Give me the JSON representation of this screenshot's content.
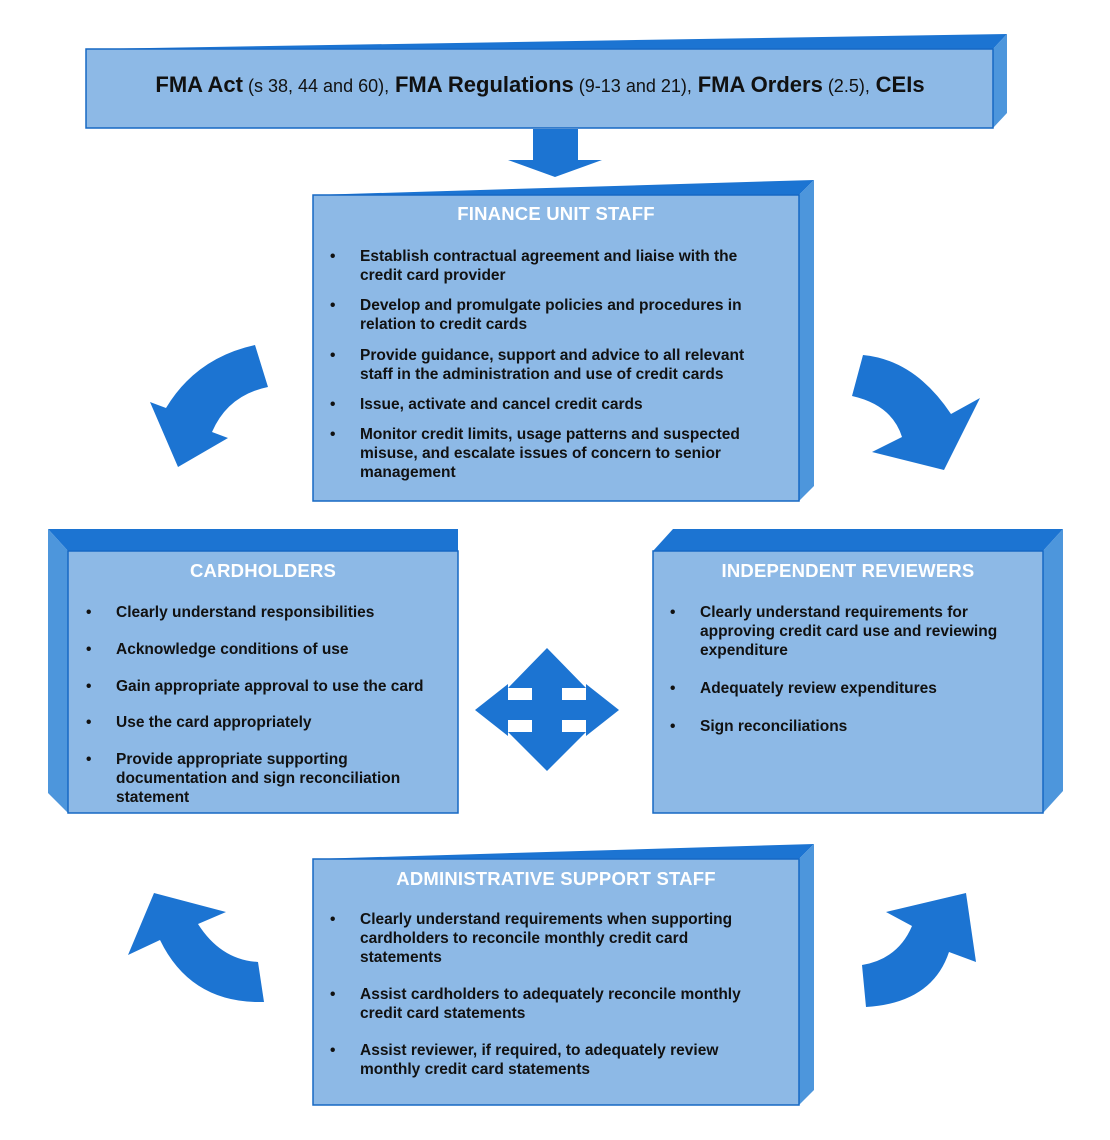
{
  "header": {
    "parts": [
      {
        "bold": "FMA Act",
        "normal": " (s 38, 44 and 60),"
      },
      {
        "bold": "FMA Regulations",
        "normal": " (9-13 and 21),"
      },
      {
        "bold": "FMA Orders",
        "normal": " (2.5),"
      },
      {
        "bold": "CEIs",
        "normal": ""
      }
    ]
  },
  "finance": {
    "title": "FINANCE UNIT STAFF",
    "items": [
      "Establish contractual agreement and liaise with the credit card provider",
      "Develop and promulgate policies and procedures in relation to credit cards",
      "Provide guidance, support and advice to all relevant staff in the administration and use of credit cards",
      "Issue, activate and cancel credit cards",
      "Monitor credit limits, usage patterns and suspected misuse, and escalate issues of concern to senior management"
    ]
  },
  "cardholders": {
    "title": "CARDHOLDERS",
    "items": [
      "Clearly understand responsibilities",
      "Acknowledge conditions of use",
      "Gain appropriate approval to use the card",
      "Use the card appropriately",
      "Provide appropriate supporting documentation and sign reconciliation statement"
    ]
  },
  "reviewers": {
    "title": "INDEPENDENT REVIEWERS",
    "items": [
      "Clearly understand requirements for approving credit card use and reviewing expenditure",
      "Adequately review expenditures",
      "Sign reconciliations"
    ]
  },
  "admin": {
    "title": "ADMINISTRATIVE SUPPORT STAFF",
    "items": [
      "Clearly understand requirements when supporting cardholders to reconcile monthly credit card statements",
      "Assist cardholders to adequately reconcile monthly credit card statements",
      "Assist reviewer, if required, to adequately review monthly credit card statements"
    ]
  },
  "bullet": "•",
  "colors": {
    "face": "#8db9e6",
    "side": "#4d96dc",
    "top": "#1c74d2",
    "edge": "#1668c4",
    "arrow": "#1c74d2"
  }
}
